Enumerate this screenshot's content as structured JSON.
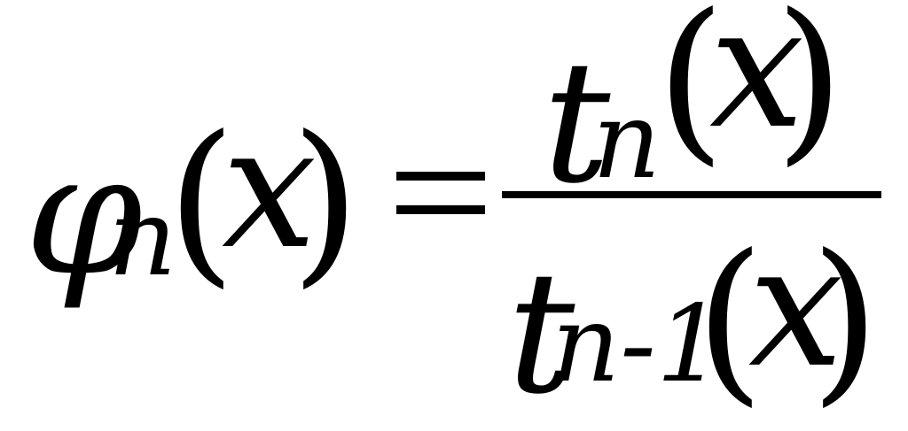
{
  "formula": {
    "lhs": {
      "symbol": "φ",
      "subscript": "n",
      "open_paren": "(",
      "variable": "x",
      "close_paren": ")"
    },
    "equals": "=",
    "numerator": {
      "symbol": "t",
      "subscript": "n",
      "open_paren": "(",
      "variable": "x",
      "close_paren": ")"
    },
    "denominator": {
      "symbol": "t",
      "subscript": "n-1",
      "open_paren": "(",
      "variable": "x",
      "close_paren": ")"
    }
  }
}
